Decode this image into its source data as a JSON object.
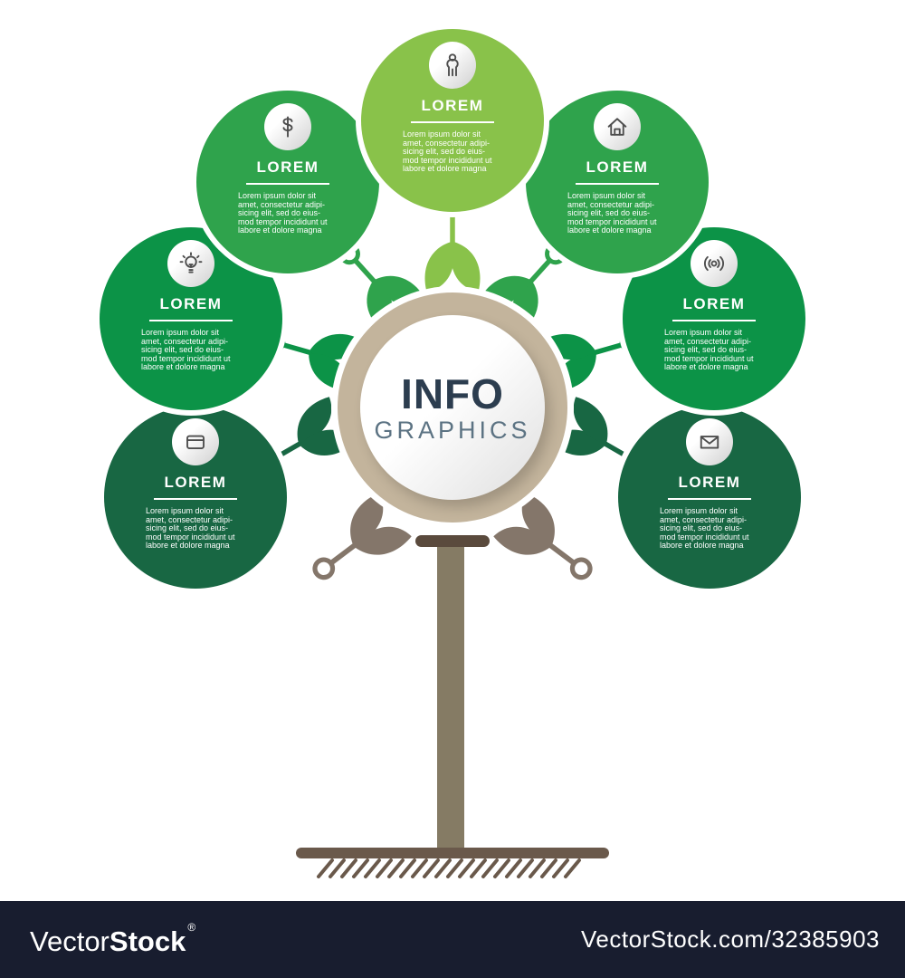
{
  "center": {
    "title": "INFO",
    "subtitle": "GRAPHICS"
  },
  "nodes": [
    {
      "id": "top",
      "icon": "person-icon",
      "label": "LOREM",
      "color": "#89c24a",
      "body": "Lorem ipsum dolor sit\namet, consectetur adipi-\nsicing elit, sed do eius-\nmod tempor incididunt ut\nlabore et dolore magna"
    },
    {
      "id": "upper-left",
      "icon": "dollar-icon",
      "label": "LOREM",
      "color": "#2fa34c",
      "body": "Lorem ipsum dolor sit\namet, consectetur adipi-\nsicing elit, sed do eius-\nmod tempor incididunt ut\nlabore et dolore magna"
    },
    {
      "id": "upper-right",
      "icon": "home-icon",
      "label": "LOREM",
      "color": "#2fa34c",
      "body": "Lorem ipsum dolor sit\namet, consectetur adipi-\nsicing elit, sed do eius-\nmod tempor incididunt ut\nlabore et dolore magna"
    },
    {
      "id": "mid-left",
      "icon": "lightbulb-icon",
      "label": "LOREM",
      "color": "#0c9347",
      "body": "Lorem ipsum dolor sit\namet, consectetur adipi-\nsicing elit, sed do eius-\nmod tempor incididunt ut\nlabore et dolore magna"
    },
    {
      "id": "mid-right",
      "icon": "broadcast-icon",
      "label": "LOREM",
      "color": "#0c9347",
      "body": "Lorem ipsum dolor sit\namet, consectetur adipi-\nsicing elit, sed do eius-\nmod tempor incididunt ut\nlabore et dolore magna"
    },
    {
      "id": "low-left",
      "icon": "credit-card-icon",
      "label": "LOREM",
      "color": "#186743",
      "body": "Lorem ipsum dolor sit\namet, consectetur adipi-\nsicing elit, sed do eius-\nmod tempor incididunt ut\nlabore et dolore magna"
    },
    {
      "id": "low-right",
      "icon": "envelope-icon",
      "label": "LOREM",
      "color": "#186743",
      "body": "Lorem ipsum dolor sit\namet, consectetur adipi-\nsicing elit, sed do eius-\nmod tempor incididunt ut\nlabore et dolore magna"
    }
  ],
  "watermark": {
    "logo_regular": "Vector",
    "logo_bold": "Stock",
    "registered": "®",
    "url_text": "VectorStock.com/32385903",
    "bar_color": "#181d2f"
  },
  "palette": {
    "light_green": "#89c24a",
    "medium_green": "#2fa34c",
    "green": "#0c9347",
    "dark_green": "#186743",
    "tan_ring": "#c3b49c",
    "trunk": "#857b64",
    "collar_brown": "#5a4a3d",
    "base_brown": "#6a594b",
    "branch_brown": "#84766a",
    "title_navy": "#2c3d4f",
    "subtitle_gray": "#5c7383"
  }
}
